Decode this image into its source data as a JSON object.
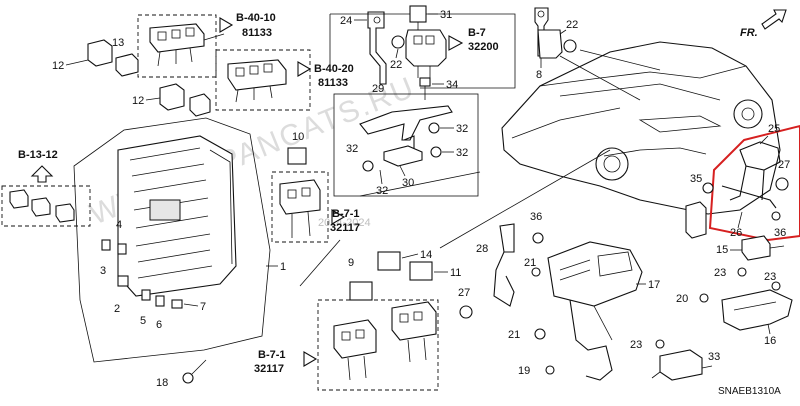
{
  "watermark": {
    "text": "WWW.JAPANCATS.RU",
    "year": "2014-2024"
  },
  "direction": {
    "label": "FR."
  },
  "diagram_code": "SNAEB1310A",
  "highlight_color": "#d62020",
  "part_numbers": {
    "p1": "1",
    "p2": "2",
    "p3": "3",
    "p4": "4",
    "p5": "5",
    "p6": "6",
    "p7": "7",
    "p8": "8",
    "p9": "9",
    "p10": "10",
    "p11": "11",
    "p12a": "12",
    "p12b": "12",
    "p13": "13",
    "p14": "14",
    "p15": "15",
    "p16": "16",
    "p17": "17",
    "p18": "18",
    "p19": "19",
    "p20": "20",
    "p21a": "21",
    "p21b": "21",
    "p22a": "22",
    "p22b": "22",
    "p23a": "23",
    "p23b": "23",
    "p23c": "23",
    "p24": "24",
    "p25": "25",
    "p26": "26",
    "p27a": "27",
    "p27b": "27",
    "p28": "28",
    "p29": "29",
    "p30": "30",
    "p31": "31",
    "p32a": "32",
    "p32b": "32",
    "p32c": "32",
    "p33": "33",
    "p34": "34",
    "p35": "35",
    "p36a": "36",
    "p36b": "36"
  },
  "refs": {
    "b4010": {
      "ref": "B-40-10",
      "num": "81133"
    },
    "b4020": {
      "ref": "B-40-20",
      "num": "81133"
    },
    "b1312": {
      "ref": "B-13-12"
    },
    "b7": {
      "ref": "B-7",
      "num": "32200"
    },
    "b71a": {
      "ref": "B-7-1",
      "num": "32117"
    },
    "b71b": {
      "ref": "B-7-1",
      "num": "32117"
    }
  }
}
